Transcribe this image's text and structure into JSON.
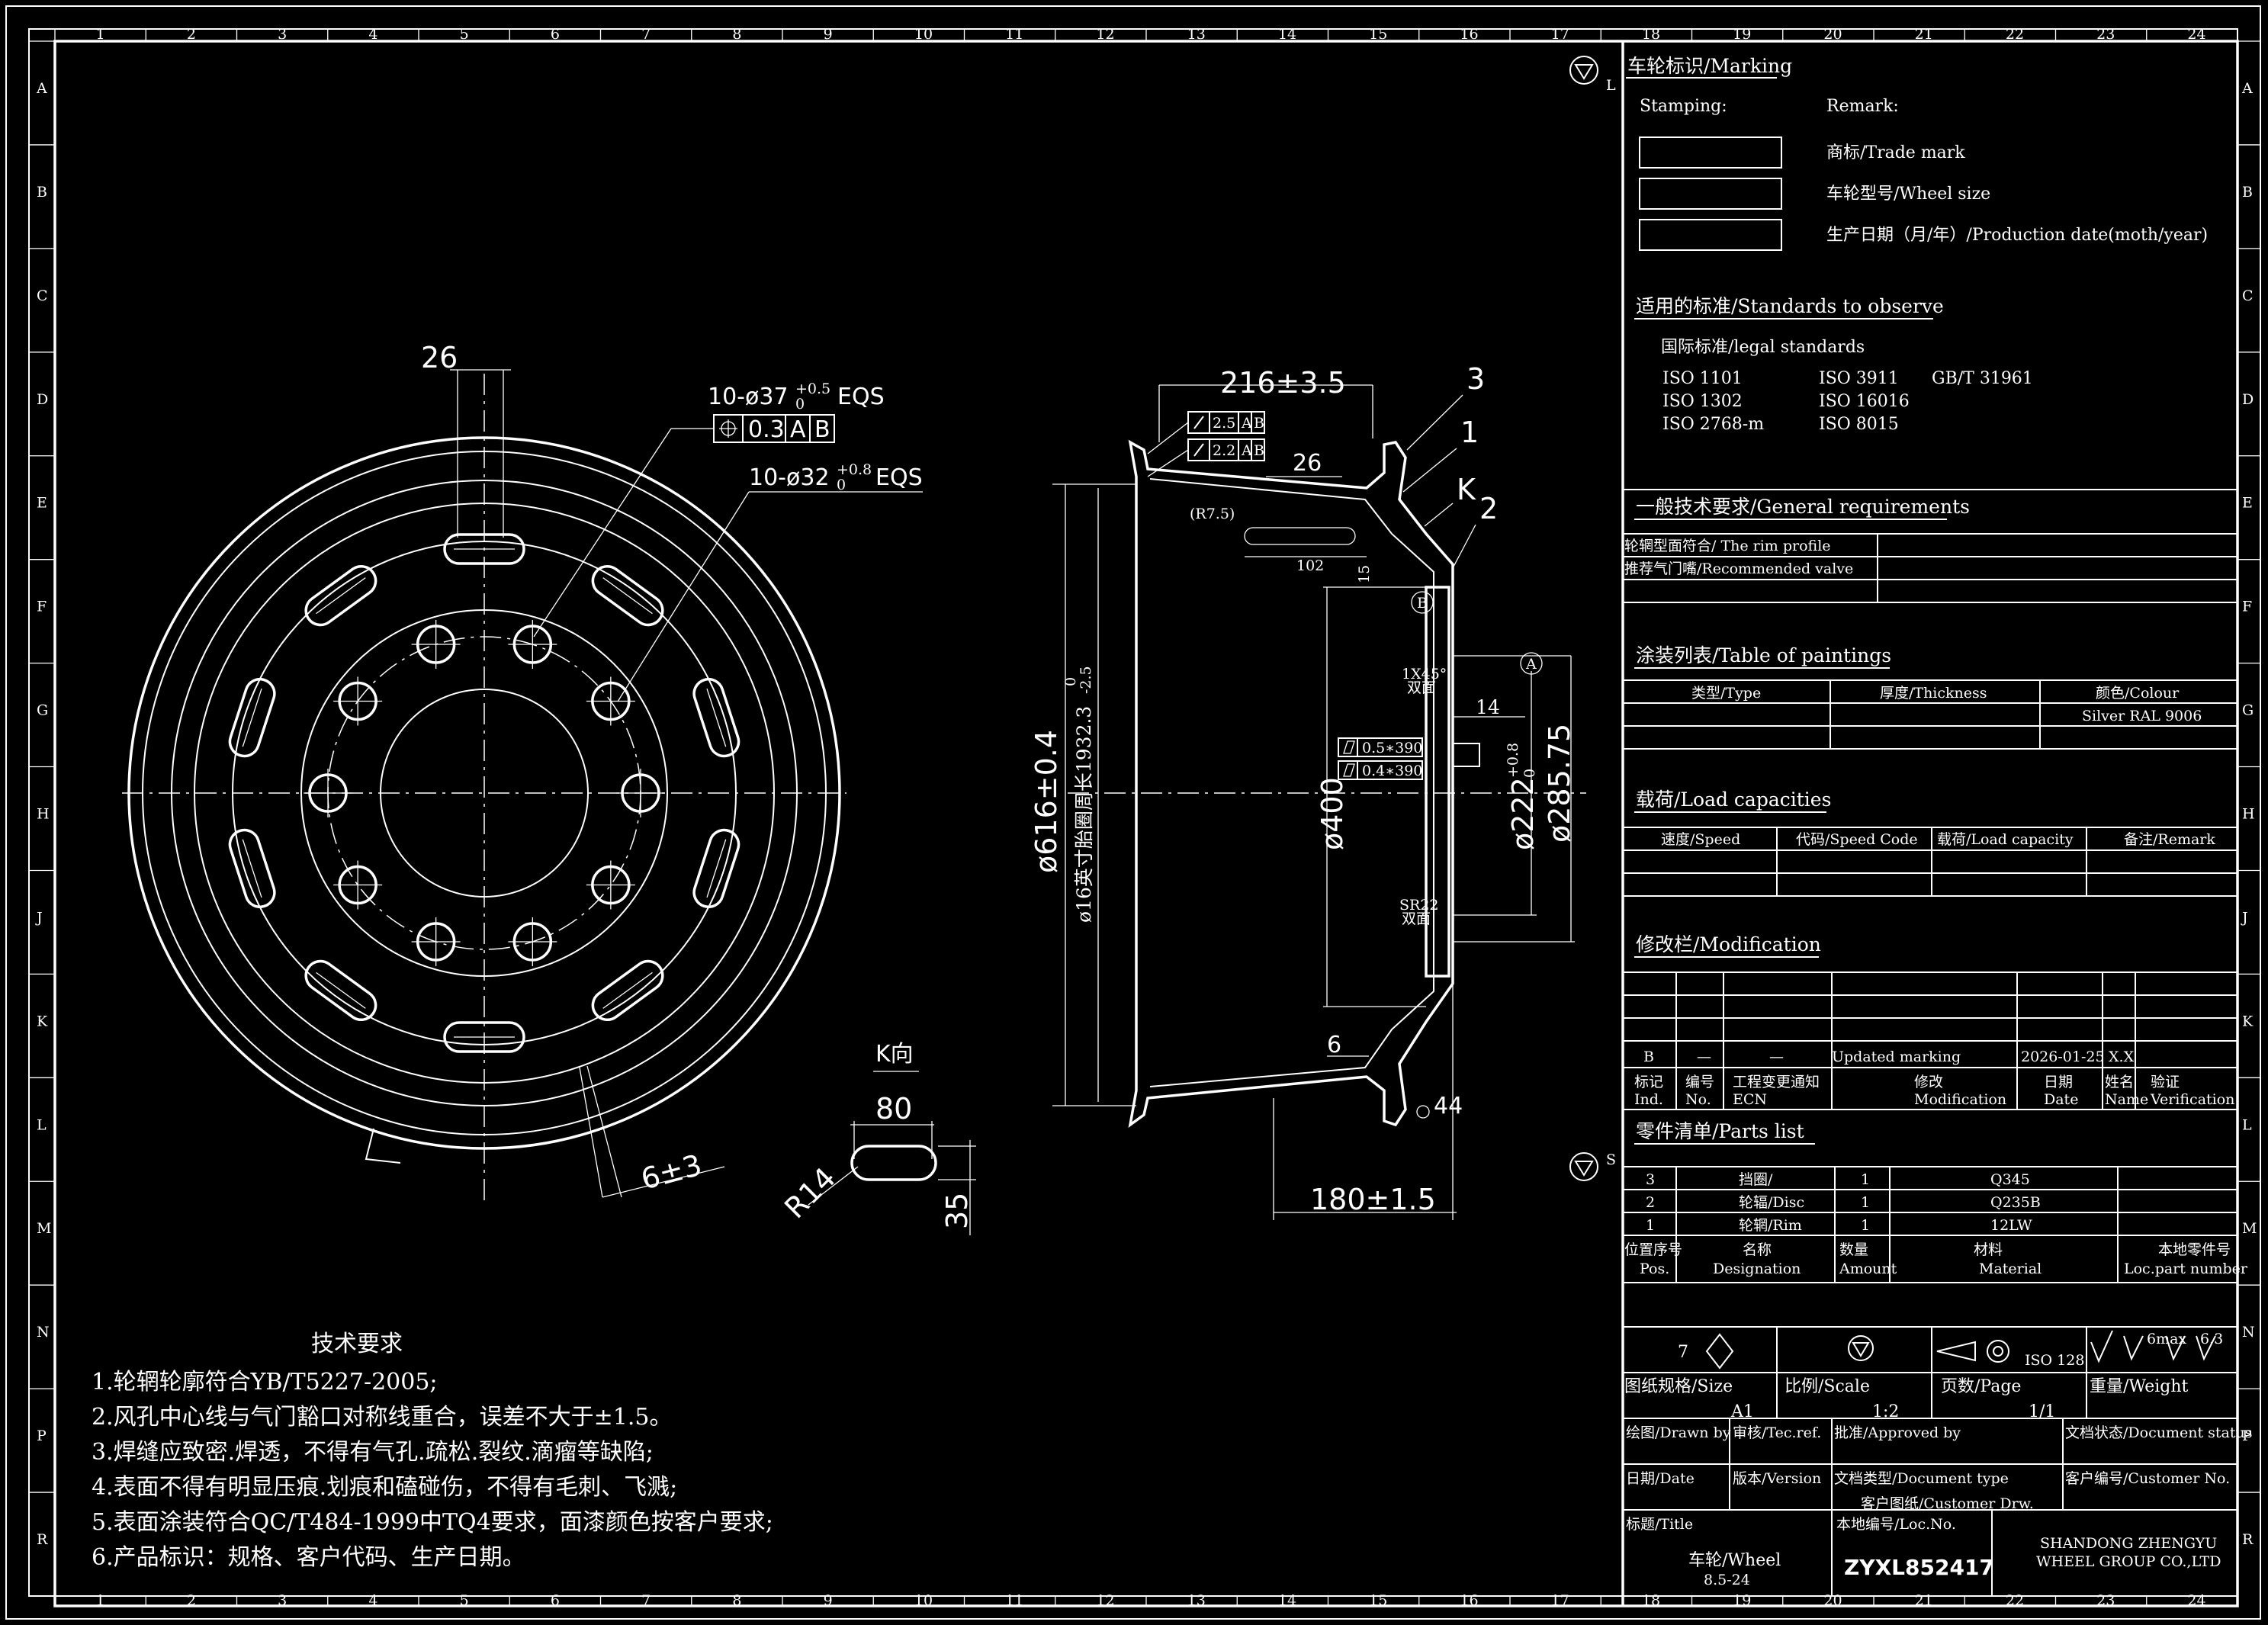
{
  "border": {
    "top_numbers": [
      "1",
      "2",
      "3",
      "4",
      "5",
      "6",
      "7",
      "8",
      "9",
      "10",
      "11",
      "12",
      "13",
      "14",
      "15",
      "16",
      "17",
      "18",
      "19",
      "20",
      "21",
      "22",
      "23",
      "24"
    ],
    "side_letters": [
      "A",
      "B",
      "C",
      "D",
      "E",
      "F",
      "G",
      "H",
      "J",
      "K",
      "L",
      "M",
      "N",
      "P",
      "R"
    ]
  },
  "front_view": {
    "dim_26": "26",
    "hole1": "10-ø37",
    "hole1_tol": "+0.5",
    "hole1_tol2": "0",
    "hole1_suffix": "EQS",
    "gdt_value": "0.3",
    "gdt_a": "A",
    "gdt_b": "B",
    "hole2": "10-ø32",
    "hole2_tol": "+0.8",
    "hole2_tol2": "0",
    "hole2_suffix": "EQS",
    "valve_dim": "6±3"
  },
  "k_view": {
    "title": "K向",
    "w": "80",
    "h": "35",
    "r": "R14"
  },
  "section_view": {
    "width_top": "216±3.5",
    "label_3": "3",
    "label_1": "1",
    "label_k": "K",
    "label_2": "2",
    "runout1": "2.5",
    "runout2": "2.2",
    "ref_a": "A",
    "ref_b": "B",
    "dim_26": "26",
    "r75": "(R7.5)",
    "dim_102": "102",
    "dim_15": "15",
    "chamfer": "1X45°",
    "chamfer2": "双面",
    "dim_14": "14",
    "flat1": "0.5∗390",
    "flat2": "0.4∗390",
    "dia_616": "ø616±0.4",
    "dia_1932": "ø16英寸胎圈周长1932.3",
    "dia_1932_tol": "0",
    "dia_1932_tol2": "-2.5",
    "dia_400": "ø400",
    "dia_222": "ø222",
    "dia_222_tol": "+0.8",
    "dia_222_tol2": "0",
    "dia_285": "ø285.75",
    "sr22": "SR22",
    "sr22b": "双面",
    "dim_6": "6",
    "dim_44": "44",
    "width_bottom": "180±1.5"
  },
  "tech_req": {
    "title": "技术要求",
    "items": [
      "1.轮辋轮廓符合YB/T5227-2005;",
      "2.风孔中心线与气门豁口对称线重合，误差不大于±1.5。",
      "3.焊缝应致密.焊透，不得有气孔.疏松.裂纹.滴瘤等缺陷;",
      "4.表面不得有明显压痕.划痕和磕碰伤，不得有毛刺、飞溅;",
      "5.表面涂装符合QC/T484-1999中TQ4要求，面漆颜色按客户要求;",
      "6.产品标识：规格、客户代码、生产日期。"
    ]
  },
  "title_block": {
    "marking_title": "车轮标识/Marking",
    "stamping": "Stamping:",
    "remark": "Remark:",
    "trade_mark": "商标/Trade mark",
    "wheel_size": "车轮型号/Wheel size",
    "prod_date": "生产日期（月/年）/Production date(moth/year)",
    "std_title": "适用的标准/Standards to observe",
    "legal": "国际标准/legal standards",
    "std_col1": [
      "ISO 1101",
      "ISO 1302",
      "ISO 2768-m"
    ],
    "std_col2": [
      "ISO 3911",
      "ISO 16016",
      "ISO 8015"
    ],
    "std_col3": [
      "GB/T 31961"
    ],
    "gen_title": "一般技术要求/General requirements",
    "gen_rows": [
      "轮辋型面符合/ The rim profile",
      "推荐气门嘴/Recommended valve"
    ],
    "paint_title": "涂装列表/Table of paintings",
    "paint_headers": [
      "类型/Type",
      "厚度/Thickness",
      "颜色/Colour"
    ],
    "paint_colour": "Silver RAL 9006",
    "load_title": "载荷/Load capacities",
    "load_headers": [
      "速度/Speed",
      "代码/Speed Code",
      "载荷/Load capacity",
      "备注/Remark"
    ],
    "mod_title": "修改栏/Modification",
    "mod_row": [
      "B",
      "—",
      "—",
      "Updated marking",
      "2026-01-25",
      "X.X"
    ],
    "mod_headers_cn": [
      "标记",
      "编号",
      "工程变更通知",
      "修改",
      "日期",
      "姓名",
      "验证"
    ],
    "mod_headers_en": [
      "Ind.",
      "No.",
      "ECN",
      "Modification",
      "Date",
      "Name",
      "Verification"
    ],
    "parts_title": "零件清单/Parts list",
    "parts": [
      [
        "3",
        "挡圈/",
        "1",
        "Q345"
      ],
      [
        "2",
        "轮辐/Disc",
        "1",
        "Q235B"
      ],
      [
        "1",
        "轮辋/Rim",
        "1",
        "12LW"
      ]
    ],
    "parts_headers_cn": [
      "位置序号",
      "名称",
      "数量",
      "材料",
      "本地零件号"
    ],
    "parts_headers_en": [
      "Pos.",
      "Designation",
      "Amount",
      "Material",
      "Loc.part number"
    ],
    "sym_7": "7",
    "sym_iso": "ISO 128",
    "sym_6max": "6max",
    "sym_63": "6.3",
    "size_label": "图纸规格/Size",
    "size_val": "A1",
    "scale_label": "比例/Scale",
    "scale_val": "1:2",
    "page_label": "页数/Page",
    "page_val": "1/1",
    "weight_label": "重量/Weight",
    "drawn": "绘图/Drawn by",
    "tec": "审核/Tec.ref.",
    "approved": "批准/Approved by",
    "doc_status": "文档状态/Document status",
    "date": "日期/Date",
    "version": "版本/Version",
    "doc_type": "文档类型/Document type",
    "customer_no": "客户编号/Customer No.",
    "customer_drw": "客户图纸/Customer Drw.",
    "title_label": "标题/Title",
    "title_val": "车轮/Wheel",
    "title_size": "8.5-24",
    "loc_label": "本地编号/Loc.No.",
    "loc_val": "ZYXL852417",
    "company1": "SHANDONG ZHENGYU",
    "company2": "WHEEL GROUP CO.,LTD",
    "mark_l": "L",
    "mark_s": "S"
  }
}
